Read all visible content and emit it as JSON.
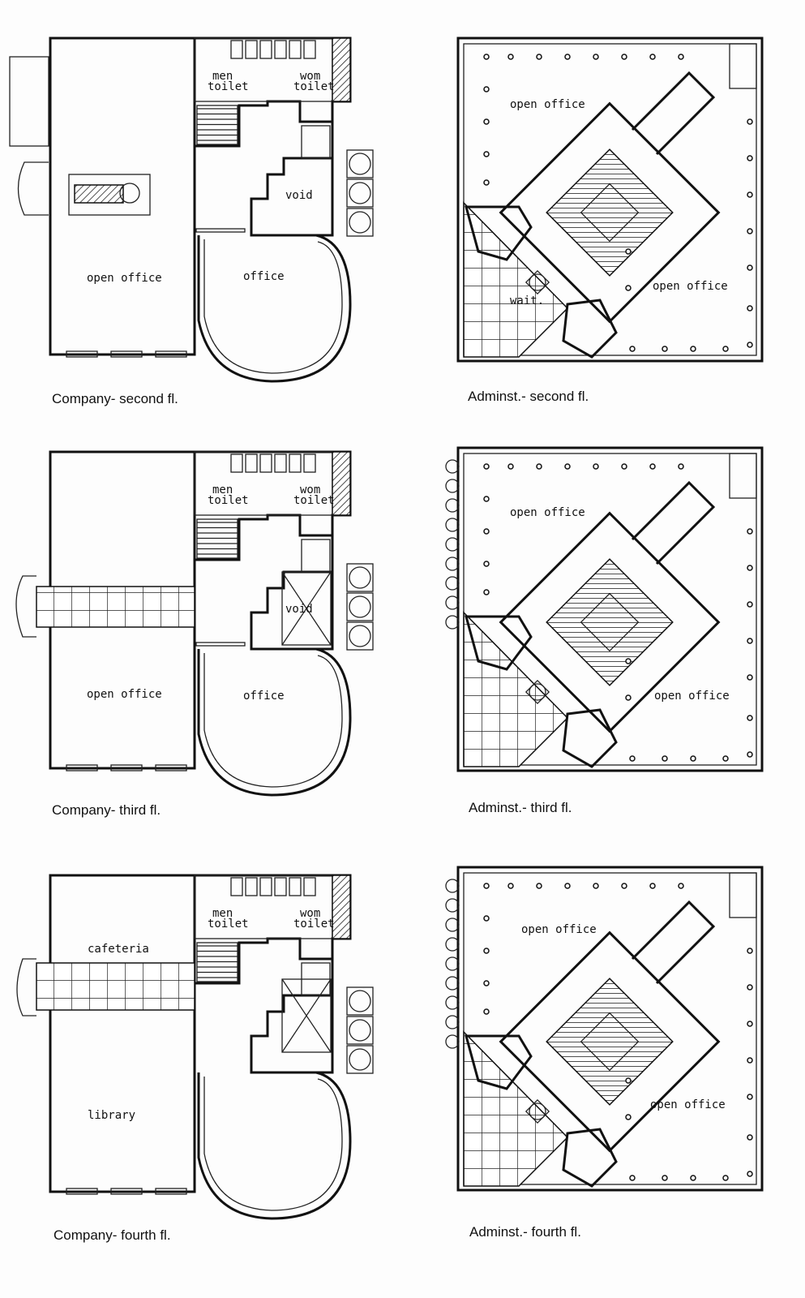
{
  "plans": [
    {
      "caption": "Company- second fl.",
      "rooms": {
        "men": "men",
        "toilet1": "toilet",
        "wom": "wom",
        "toilet2": "toilet",
        "void": "void",
        "a": "open office",
        "b": "office"
      }
    },
    {
      "caption": "Adminst.- second fl.",
      "rooms": {
        "a": "open office",
        "b": "open office",
        "wait": "wait."
      }
    },
    {
      "caption": "Company-  third fl.",
      "rooms": {
        "men": "men",
        "toilet1": "toilet",
        "wom": "wom",
        "toilet2": "toilet",
        "void": "void",
        "a": "open office",
        "b": "office"
      }
    },
    {
      "caption": "Adminst.-  third fl.",
      "rooms": {
        "a": "open office",
        "b": "open office"
      }
    },
    {
      "caption": "Company- fourth fl.",
      "rooms": {
        "men": "men",
        "toilet1": "toilet",
        "wom": "wom",
        "toilet2": "toilet",
        "a": "cafeteria",
        "b": "library"
      }
    },
    {
      "caption": "Adminst.- fourth fl.",
      "rooms": {
        "a": "open office",
        "b": "open office"
      }
    }
  ]
}
